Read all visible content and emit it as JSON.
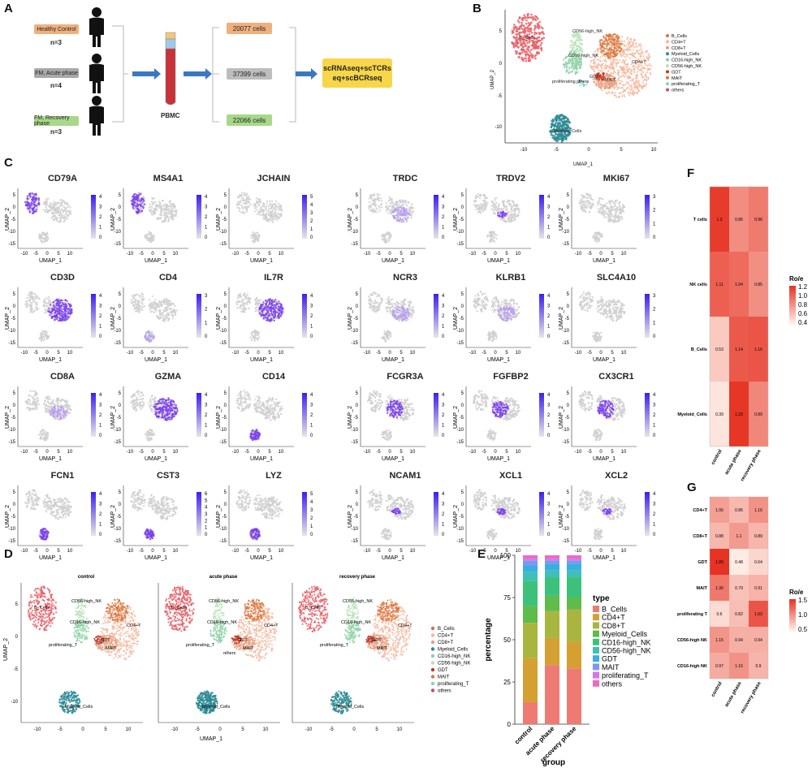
{
  "panel_labels": {
    "A": "A",
    "B": "B",
    "C": "C",
    "D": "D",
    "E": "E",
    "F": "F",
    "G": "G"
  },
  "panelA": {
    "groups": [
      {
        "label": "Healthy Control",
        "n": "n=3",
        "color": "#f0b07e"
      },
      {
        "label": "FM, Acute phase",
        "n": "n=4",
        "color": "#a9a9a9"
      },
      {
        "label": "FM, Recovery phase",
        "n": "n=3",
        "color": "#a8d88a"
      }
    ],
    "pbmc": "PBMC",
    "cells": [
      {
        "label": "20077 cells",
        "color": "#f0b07e"
      },
      {
        "label": "37399 cells",
        "color": "#bdbdbd"
      },
      {
        "label": "22066 cells",
        "color": "#a8d88a"
      }
    ],
    "seq_line1": "scRNAseq+scTCRs",
    "seq_line2": "eq+scBCRseq"
  },
  "umap_axes": {
    "x": "UMAP_1",
    "y": "UMAP_2"
  },
  "panelB": {
    "ticks_x": [
      "-10",
      "-5",
      "0",
      "5",
      "10"
    ],
    "ticks_y": [
      "5",
      "0",
      "-5",
      "-10"
    ],
    "cluster_labels": [
      "B_Cells",
      "CD56-high_NK",
      "CD16-high_NK",
      "CD4+T",
      "proliferating_T",
      "GDT",
      "MAIT",
      "others",
      "Myeloid_Cells"
    ],
    "legend": [
      {
        "name": "B_Cells",
        "color": "#e8636a"
      },
      {
        "name": "CD4+T",
        "color": "#f4b69a"
      },
      {
        "name": "CD8+T",
        "color": "#e8a080"
      },
      {
        "name": "Myeloid_Cells",
        "color": "#2e8b94"
      },
      {
        "name": "CD16-high_NK",
        "color": "#8fd0a8"
      },
      {
        "name": "CD56-high_NK",
        "color": "#b6e2b6"
      },
      {
        "name": "GDT",
        "color": "#c0392b"
      },
      {
        "name": "MAIT",
        "color": "#d9773e"
      },
      {
        "name": "proliferating_T",
        "color": "#7fd3d0"
      },
      {
        "name": "others",
        "color": "#d6456b"
      }
    ]
  },
  "panelC": {
    "ticks_x": [
      "-10",
      "-5",
      "0",
      "5",
      "10"
    ],
    "ticks_y": [
      "5",
      "0",
      "-5",
      "-10",
      "-15"
    ],
    "genes": [
      {
        "name": "CD79A",
        "scale": [
          "4",
          "3",
          "2",
          "1",
          "0"
        ],
        "region": "bcell"
      },
      {
        "name": "MS4A1",
        "scale": [
          "4",
          "3",
          "2",
          "1",
          "0"
        ],
        "region": "bcell"
      },
      {
        "name": "JCHAIN",
        "scale": [
          "5",
          "4",
          "3",
          "2",
          "1",
          "0"
        ],
        "region": "none"
      },
      {
        "name": "TRDC",
        "scale": [
          "4",
          "3",
          "2",
          "1",
          "0"
        ],
        "region": "tcell"
      },
      {
        "name": "TRDV2",
        "scale": [
          "4",
          "3",
          "2",
          "1",
          "0"
        ],
        "region": "small"
      },
      {
        "name": "MKI67",
        "scale": [
          "3",
          "2",
          "1",
          "0"
        ],
        "region": "none"
      },
      {
        "name": "CD3D",
        "scale": [
          "4",
          "3",
          "2",
          "1",
          "0"
        ],
        "region": "tcellbig"
      },
      {
        "name": "CD4",
        "scale": [
          "3",
          "2",
          "1",
          "0"
        ],
        "region": "myeloidlow"
      },
      {
        "name": "IL7R",
        "scale": [
          "4",
          "3",
          "2",
          "1",
          "0"
        ],
        "region": "tcellbig"
      },
      {
        "name": "NCR3",
        "scale": [
          "4",
          "3",
          "2",
          "1",
          "0"
        ],
        "region": "tcell"
      },
      {
        "name": "KLRB1",
        "scale": [
          "4",
          "3",
          "2",
          "1",
          "0"
        ],
        "region": "tcell"
      },
      {
        "name": "SLC4A10",
        "scale": [
          "3",
          "2",
          "1",
          "0"
        ],
        "region": "none"
      },
      {
        "name": "CD8A",
        "scale": [
          "4",
          "3",
          "2",
          "1",
          "0"
        ],
        "region": "tcell"
      },
      {
        "name": "GZMA",
        "scale": [
          "4",
          "3",
          "2",
          "1",
          "0"
        ],
        "region": "tcellbig"
      },
      {
        "name": "CD14",
        "scale": [
          "4",
          "3",
          "2",
          "1",
          "0"
        ],
        "region": "myeloid"
      },
      {
        "name": "FCGR3A",
        "scale": [
          "4",
          "3",
          "2",
          "1",
          "0"
        ],
        "region": "nk"
      },
      {
        "name": "FGFBP2",
        "scale": [
          "4",
          "3",
          "2",
          "1",
          "0"
        ],
        "region": "nk"
      },
      {
        "name": "CX3CR1",
        "scale": [
          "4",
          "3",
          "2",
          "1",
          "0"
        ],
        "region": "nk"
      },
      {
        "name": "FCN1",
        "scale": [
          "4",
          "3",
          "2",
          "1",
          "0"
        ],
        "region": "myeloid"
      },
      {
        "name": "CST3",
        "scale": [
          "6",
          "5",
          "4",
          "3",
          "2",
          "1",
          "0"
        ],
        "region": "myeloid"
      },
      {
        "name": "LYZ",
        "scale": [
          "5",
          "4",
          "3",
          "2",
          "1",
          "0"
        ],
        "region": "myeloid"
      },
      {
        "name": "NCAM1",
        "scale": [
          "4",
          "3",
          "2",
          "1",
          "0"
        ],
        "region": "small"
      },
      {
        "name": "XCL1",
        "scale": [
          "4",
          "3",
          "2",
          "1",
          "0"
        ],
        "region": "small"
      },
      {
        "name": "XCL2",
        "scale": [
          "4",
          "3",
          "2",
          "1",
          "0"
        ],
        "region": "small"
      }
    ]
  },
  "panelD": {
    "titles": [
      "control",
      "acute phase",
      "recovery phase"
    ],
    "ticks_x": [
      "-10",
      "-5",
      "0",
      "5",
      "10"
    ],
    "ticks_y": [
      "5",
      "0",
      "-5",
      "-10"
    ],
    "cluster_labels": [
      "B_Cells",
      "CD56-high_NK",
      "CD16-high_NK",
      "CD4+T",
      "proliferating_T",
      "GDT",
      "MAIT",
      "Myeloid_Cells"
    ],
    "acute_extra": "others"
  },
  "chart_data": [
    {
      "type": "bar",
      "title": "",
      "xlabel": "group",
      "ylabel": "percentage",
      "ylim": [
        0,
        100
      ],
      "yticks": [
        "0",
        "25",
        "50",
        "75",
        "100"
      ],
      "categories": [
        "control",
        "acute phase",
        "recovery phase"
      ],
      "legend_title": "type",
      "series": [
        {
          "name": "B_Cells",
          "color": "#ee7b73",
          "values": [
            13,
            35,
            33
          ]
        },
        {
          "name": "CD4+T",
          "color": "#d4a032",
          "values": [
            26,
            16,
            16
          ]
        },
        {
          "name": "CD8+T",
          "color": "#a8b640",
          "values": [
            21,
            16,
            19
          ]
        },
        {
          "name": "Myeloid_Cells",
          "color": "#5fbb4a",
          "values": [
            10,
            9,
            7
          ]
        },
        {
          "name": "CD16-high_NK",
          "color": "#3dc17a",
          "values": [
            15,
            11,
            12
          ]
        },
        {
          "name": "CD56-high_NK",
          "color": "#3fbfb6",
          "values": [
            5,
            4,
            4
          ]
        },
        {
          "name": "GDT",
          "color": "#3aaee0",
          "values": [
            4,
            4,
            4
          ]
        },
        {
          "name": "MAIT",
          "color": "#7c97f0",
          "values": [
            3,
            2,
            2
          ]
        },
        {
          "name": "proliferating_T",
          "color": "#d476ee",
          "values": [
            1,
            1,
            1
          ]
        },
        {
          "name": "others",
          "color": "#f268c0",
          "values": [
            2,
            2,
            2
          ]
        }
      ]
    },
    {
      "type": "heatmap",
      "title": "",
      "legend_title": "Ro/e",
      "scale_ticks": [
        "1.2",
        "1.0",
        "0.8",
        "0.6",
        "0.4"
      ],
      "rows": [
        "T cells",
        "NK cells",
        "B_Cells",
        "Myeloid_Cells"
      ],
      "columns": [
        "control",
        "acute phase",
        "recovery phase"
      ],
      "values": [
        [
          "1.3",
          "0.86",
          "0.96"
        ],
        [
          "1.11",
          "1.04",
          "0.85"
        ],
        [
          "0.53",
          "1.14",
          "1.16"
        ],
        [
          "0.39",
          "1.33",
          "0.89"
        ]
      ]
    },
    {
      "type": "heatmap",
      "title": "",
      "legend_title": "Ro/e",
      "scale_ticks": [
        "1.5",
        "1.0",
        "0.5"
      ],
      "rows": [
        "CD4+T",
        "CD8+T",
        "GDT",
        "MAIT",
        "proliferating T",
        "CD56-high NK",
        "CD16-high NK"
      ],
      "columns": [
        "control",
        "acute phase",
        "recovery phase"
      ],
      "values": [
        [
          "1.06",
          "0.86",
          "1.16"
        ],
        [
          "0.88",
          "1.1",
          "0.89"
        ],
        [
          "1.89",
          "0.48",
          "0.64"
        ],
        [
          "1.36",
          "0.79",
          "0.91"
        ],
        [
          "0.6",
          "0.82",
          "1.63"
        ],
        [
          "1.15",
          "0.94",
          "0.94"
        ],
        [
          "0.97",
          "1.16",
          "0.9"
        ]
      ]
    }
  ]
}
